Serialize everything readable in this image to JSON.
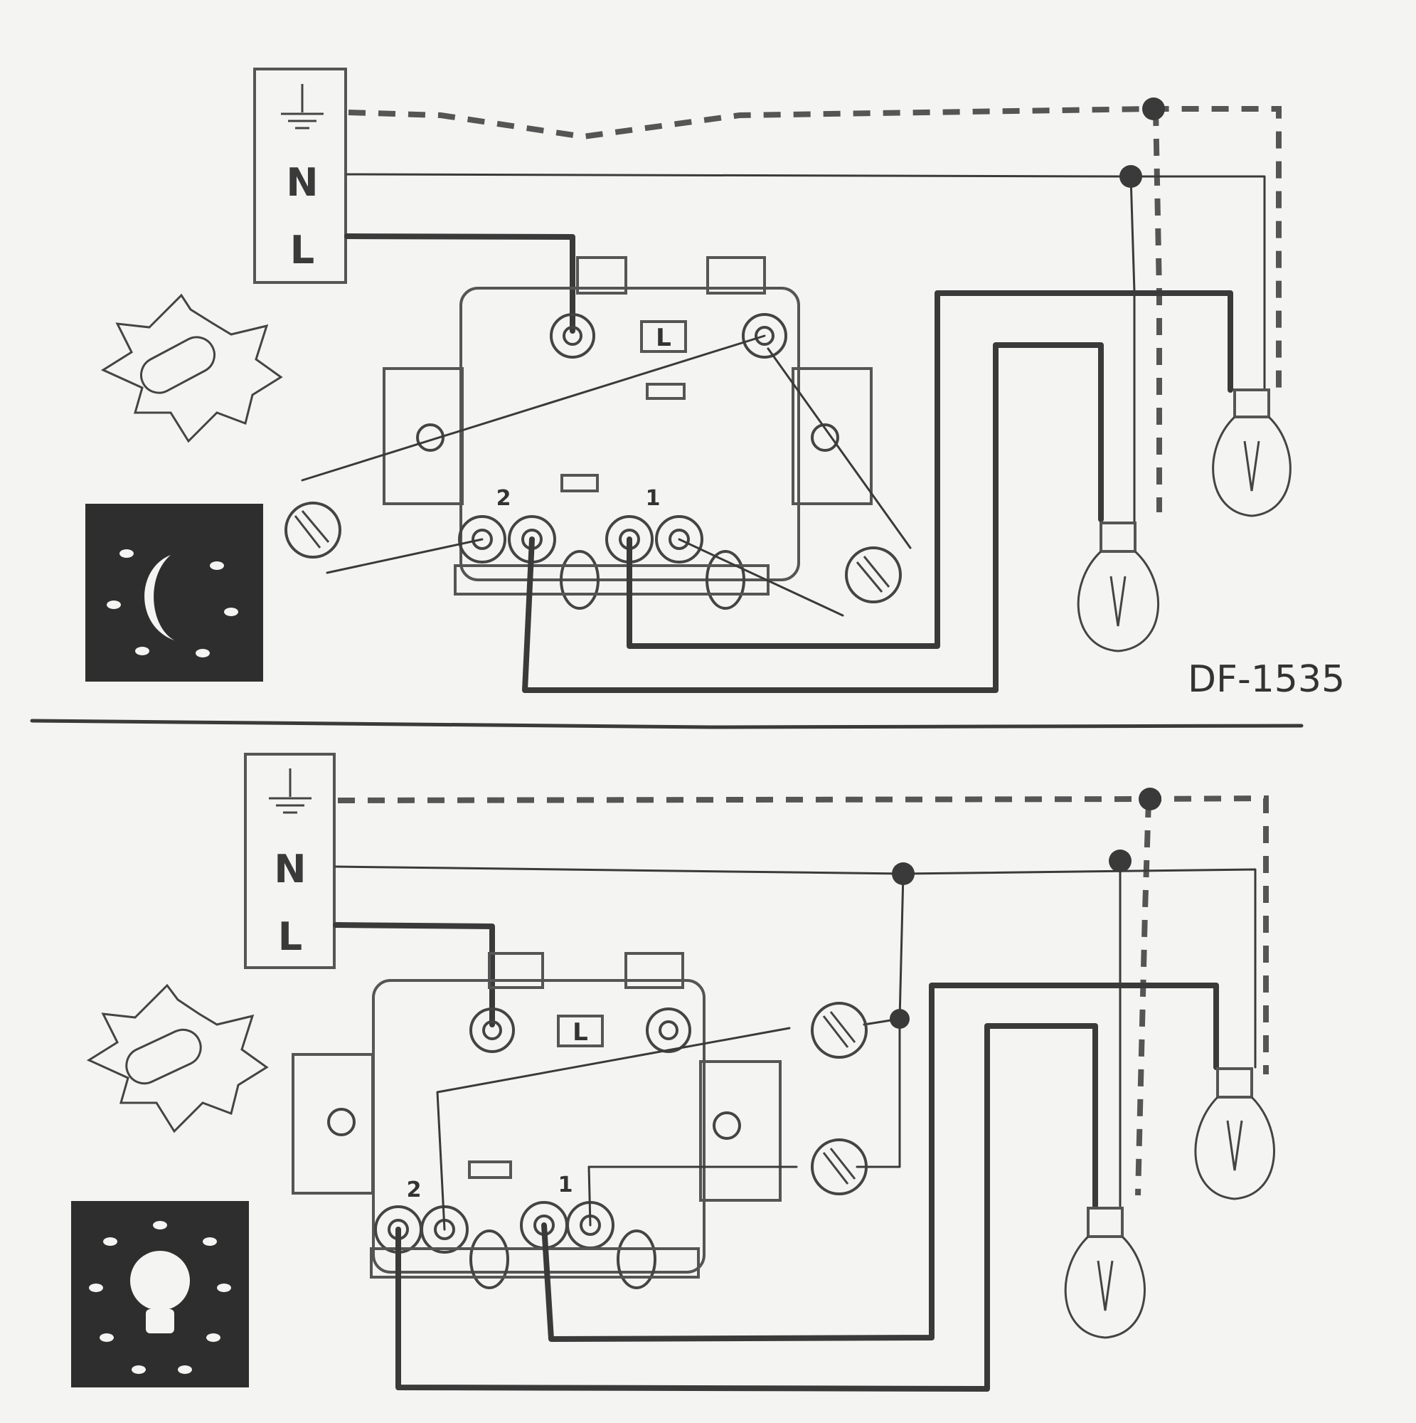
{
  "supply": {
    "earth_symbol": "earth-ground",
    "neutral": "N",
    "live": "L"
  },
  "switch": {
    "live_terminal": "L",
    "terminal_2": "2",
    "terminal_1": "1"
  },
  "model_code": "DF-1535",
  "icons": {
    "day": "sun-icon",
    "night": "moon-icon",
    "light_on": "lamp-icon",
    "bulb": "light-bulb-icon"
  },
  "colors": {
    "ink": "#3a3a3a",
    "paper": "#f4f4f2",
    "panel_dark": "#2e2e2e"
  }
}
